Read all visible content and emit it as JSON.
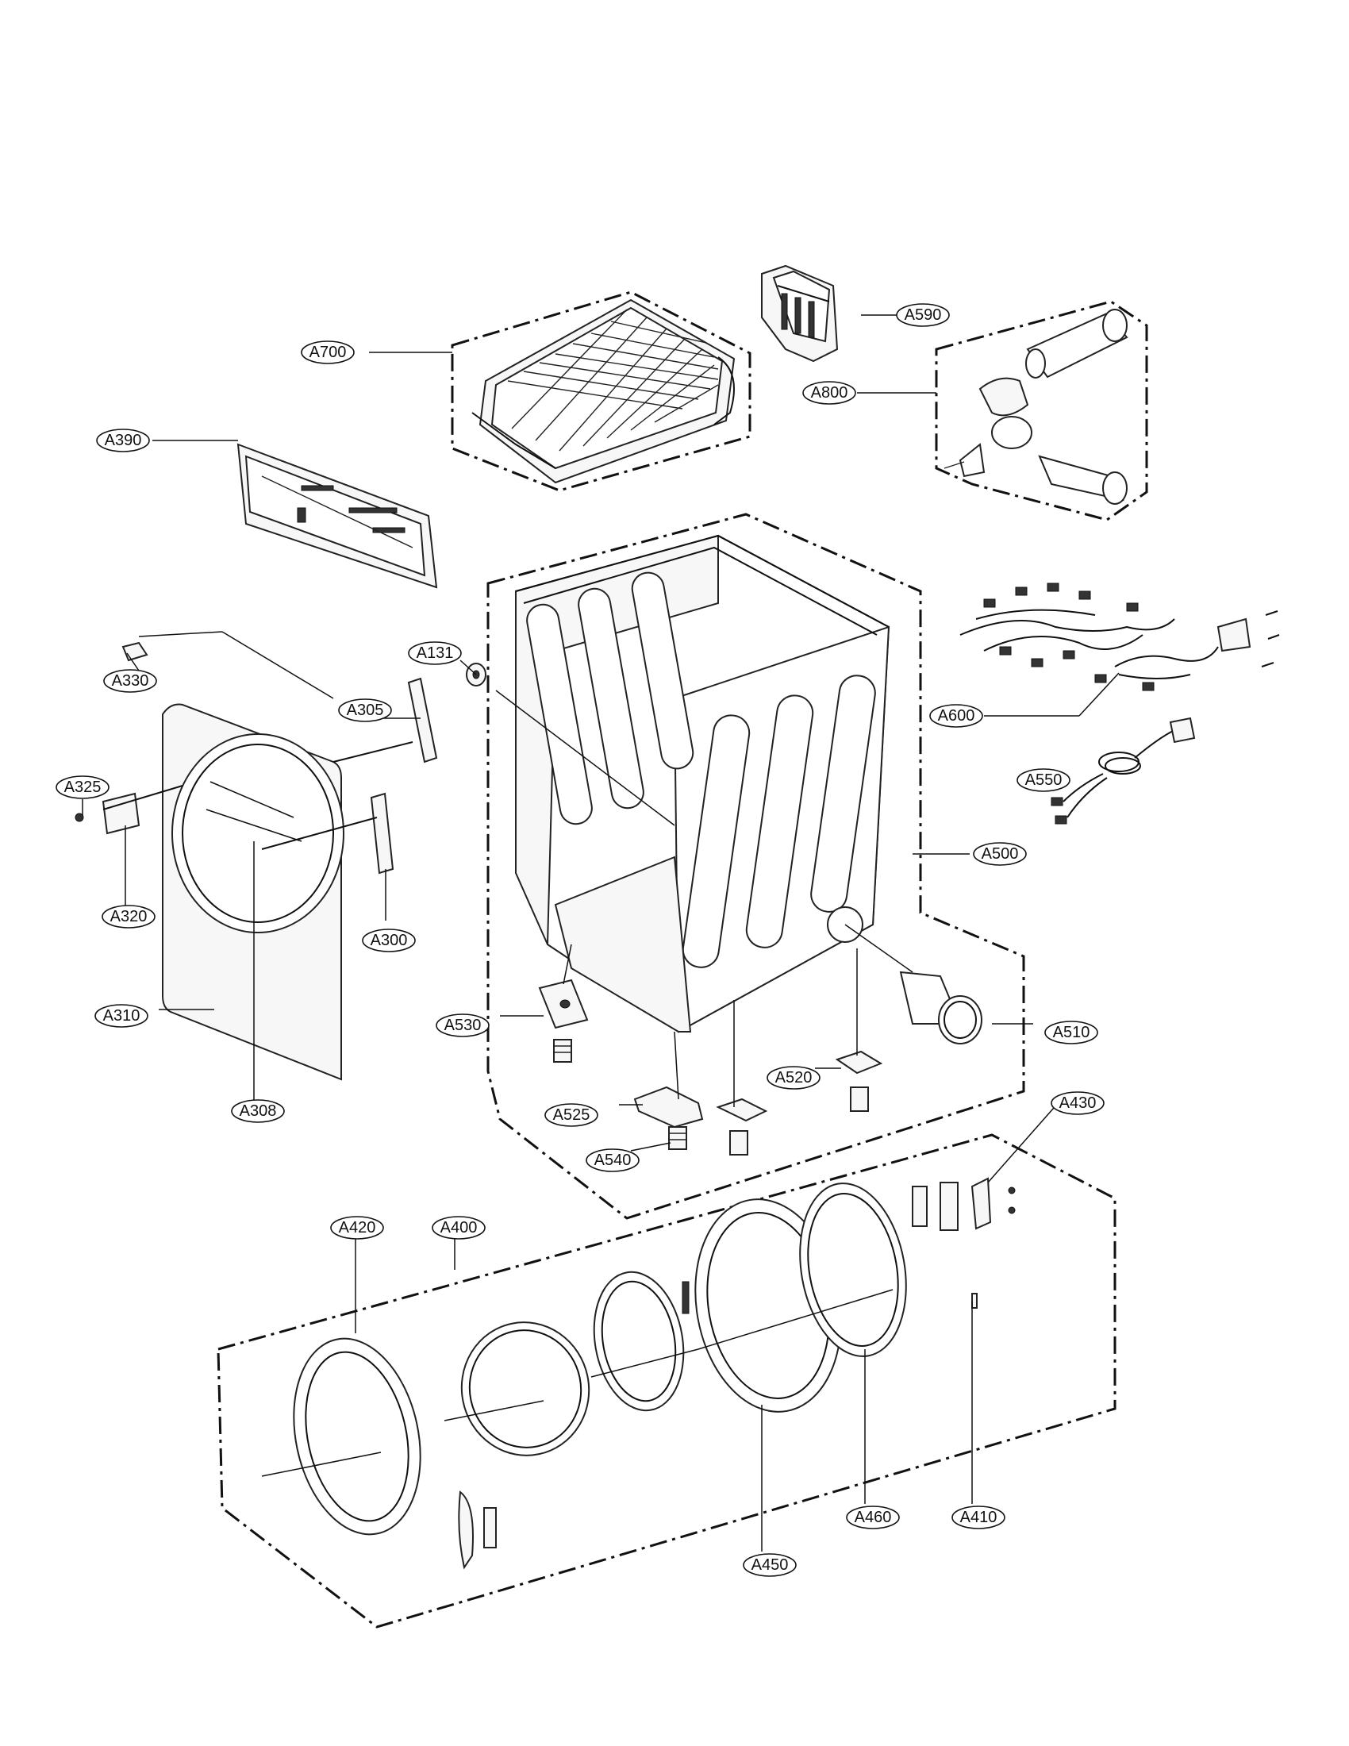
{
  "callouts": {
    "A700": "A700",
    "A590": "A590",
    "A800": "A800",
    "A390": "A390",
    "A131": "A131",
    "A330": "A330",
    "A305": "A305",
    "A600": "A600",
    "A325": "A325",
    "A550": "A550",
    "A500": "A500",
    "A320": "A320",
    "A300": "A300",
    "A310": "A310",
    "A530": "A530",
    "A510": "A510",
    "A308": "A308",
    "A520": "A520",
    "A525": "A525",
    "A430": "A430",
    "A540": "A540",
    "A420": "A420",
    "A400": "A400",
    "A460": "A460",
    "A410": "A410",
    "A450": "A450"
  }
}
